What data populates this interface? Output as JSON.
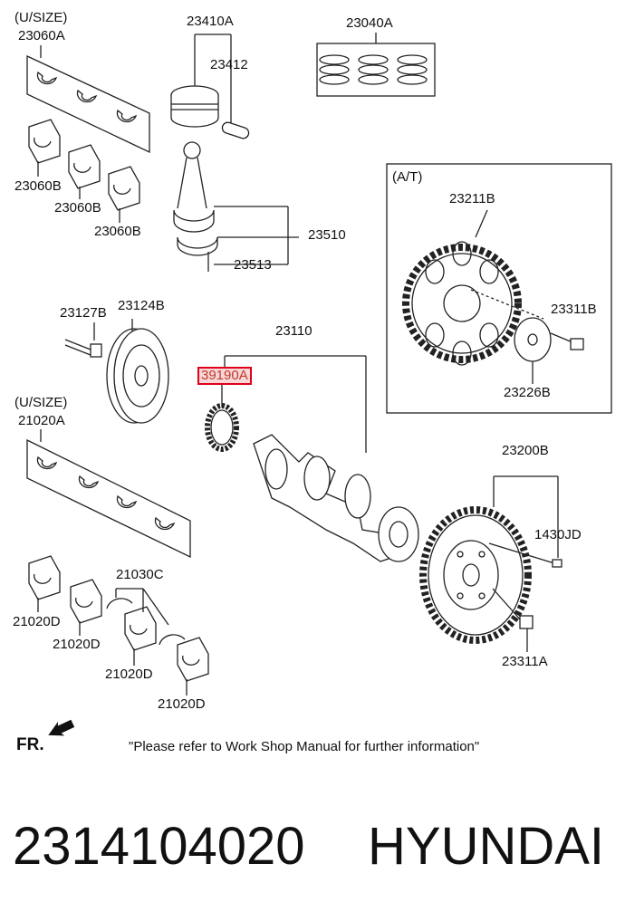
{
  "labels": {
    "usize_top": "(U/SIZE)",
    "p23060A": "23060A",
    "p23410A": "23410A",
    "p23412": "23412",
    "p23040A": "23040A",
    "p23060B_1": "23060B",
    "p23060B_2": "23060B",
    "p23060B_3": "23060B",
    "at": "(A/T)",
    "p23211B": "23211B",
    "p23311B": "23311B",
    "p23226B": "23226B",
    "p23510": "23510",
    "p23513": "23513",
    "p23127B": "23127B",
    "p23124B": "23124B",
    "p23110": "23110",
    "p39190A": "39190A",
    "usize_bottom": "(U/SIZE)",
    "p21020A": "21020A",
    "p23200B": "23200B",
    "p1430JD": "1430JD",
    "p21030C": "21030C",
    "p21020D_1": "21020D",
    "p21020D_2": "21020D",
    "p21020D_3": "21020D",
    "p21020D_4": "21020D",
    "p23311A": "23311A",
    "fr": "FR.",
    "note": "\"Please refer to Work Shop Manual for further information\""
  },
  "footer": {
    "part_number": "2314104020",
    "brand": "HYUNDAI"
  },
  "highlight_color": "#e0001b"
}
